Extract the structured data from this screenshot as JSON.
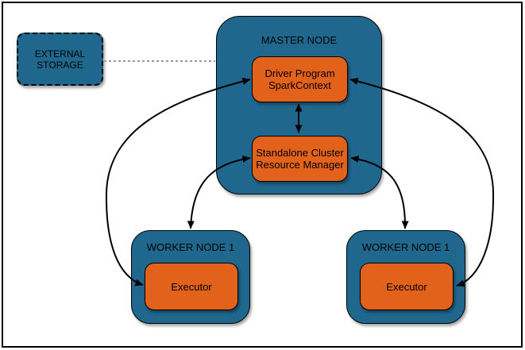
{
  "diagram": {
    "external_storage": {
      "line1": "EXTERNAL",
      "line2": "STORAGE"
    },
    "master_node": {
      "title": "MASTER NODE",
      "driver_program": {
        "line1": "Driver Program",
        "line2": "SparkContext"
      },
      "resource_manager": {
        "line1": "Standalone Cluster",
        "line2": "Resource Manager"
      }
    },
    "worker_node_left": {
      "title": "WORKER NODE 1",
      "executor_label": "Executor"
    },
    "worker_node_right": {
      "title": "WORKER NODE 1",
      "executor_label": "Executor"
    },
    "colors": {
      "node_fill": "#20678e",
      "process_fill": "#e2611b",
      "arrow": "#000000",
      "dashed_link": "#999999",
      "outer_border": "#000000"
    }
  }
}
